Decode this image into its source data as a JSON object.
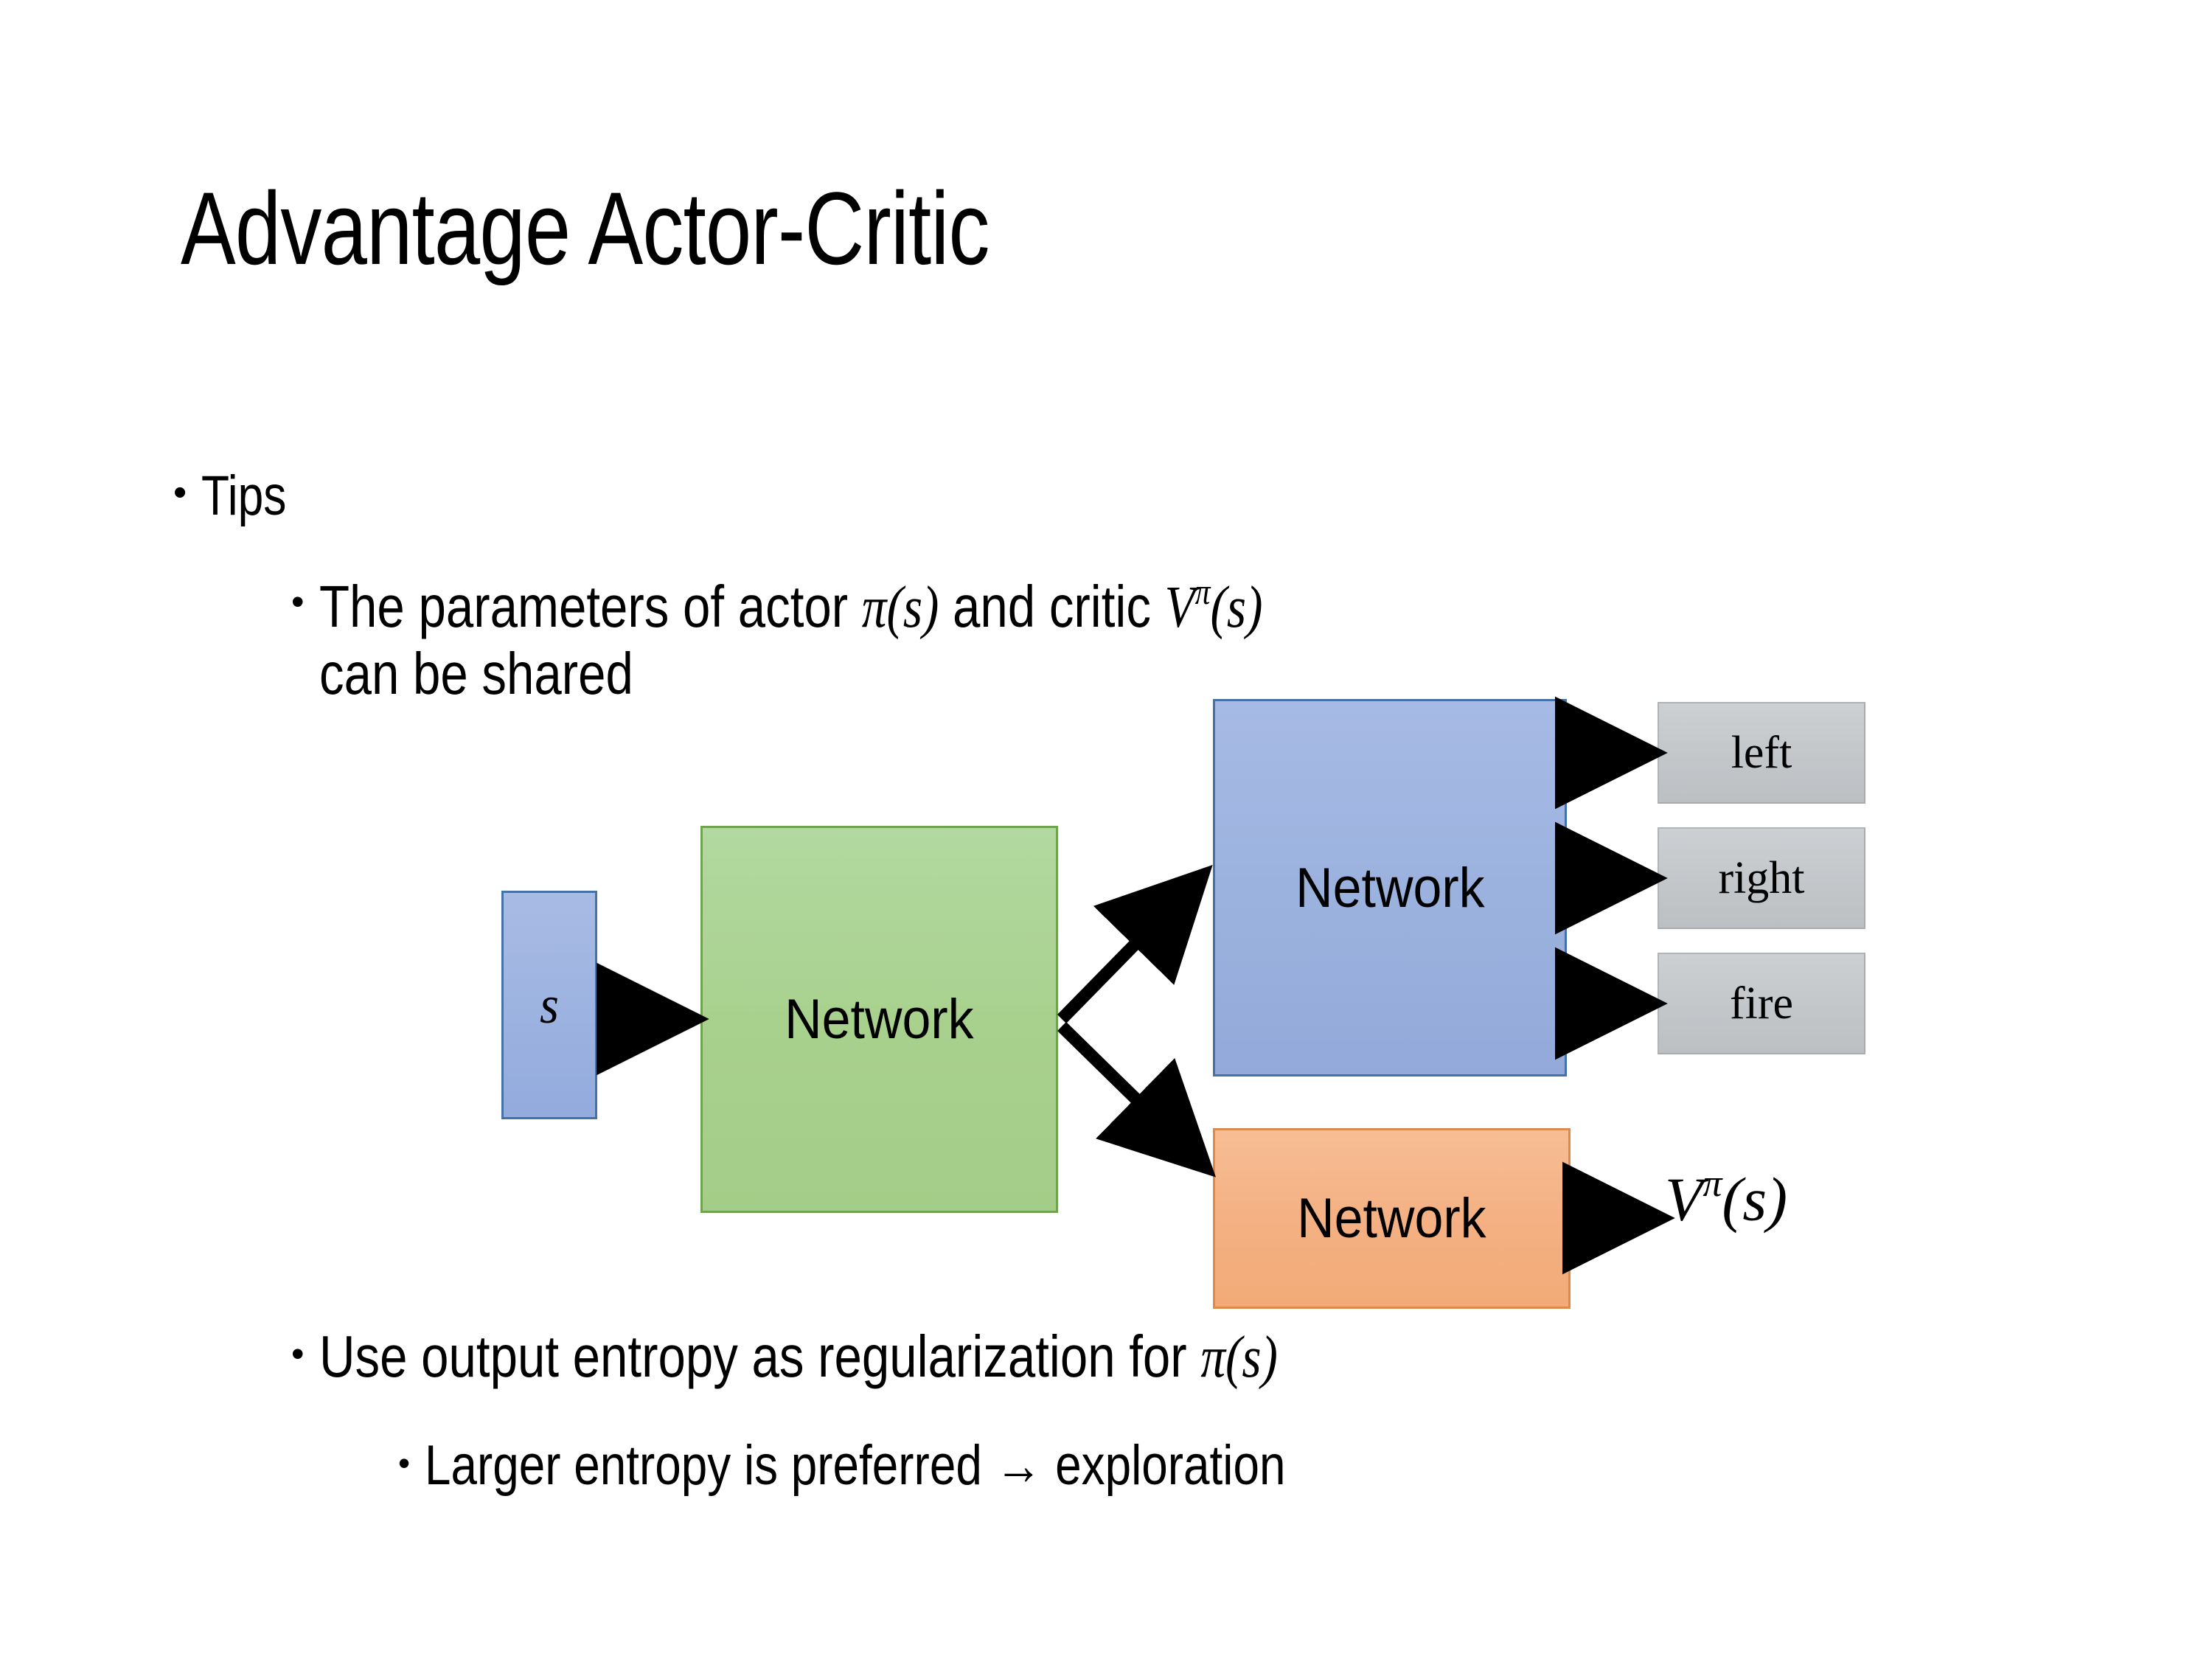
{
  "slide": {
    "title": "Advantage Actor-Critic",
    "background_color": "#ffffff"
  },
  "bullets": {
    "tips": "Tips",
    "params_line_prefix": "The parameters of actor ",
    "params_math_actor": "π(s)",
    "params_line_middle": "  and critic ",
    "params_math_critic_base": "V",
    "params_math_critic_sup": "π",
    "params_math_critic_arg": "(s)",
    "params_line_wrap": "can be shared",
    "entropy_prefix": "Use output entropy as regularization for ",
    "entropy_math": "π(s)",
    "larger": "Larger entropy is preferred → exploration"
  },
  "diagram": {
    "input_box": {
      "label": "s",
      "fill": "#9cb2e0",
      "border": "#4472a8"
    },
    "shared_box": {
      "label": "Network",
      "fill": "#a9d18e",
      "border": "#6fa34f"
    },
    "actor_box": {
      "label": "Network",
      "fill": "#9cb2de",
      "border": "#4472a8"
    },
    "critic_box": {
      "label": "Network",
      "fill": "#f4b183",
      "border": "#dd8a4a"
    },
    "action_boxes": [
      {
        "label": "left",
        "fill": "#c4c8cb",
        "border": "#b0b4b7"
      },
      {
        "label": "right",
        "fill": "#c4c8cb",
        "border": "#b0b4b7"
      },
      {
        "label": "fire",
        "fill": "#c4c8cb",
        "border": "#b0b4b7"
      }
    ],
    "value_output": {
      "base": "V",
      "sup": "π",
      "arg": "(s)"
    },
    "arrow_color": "#000000"
  }
}
